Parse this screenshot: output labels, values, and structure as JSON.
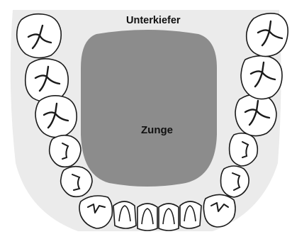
{
  "labels": {
    "jaw": "Unterkiefer",
    "tongue": "Zunge"
  },
  "colors": {
    "jaw_fill": "#ebebeb",
    "tongue_fill": "#8c8c8c",
    "tooth_fill": "#ffffff",
    "outline": "#1a1a1a"
  },
  "teeth": {
    "molars": [
      "left-molar-1",
      "left-molar-2",
      "left-molar-3",
      "right-molar-1",
      "right-molar-2",
      "right-molar-3"
    ],
    "premolars": [
      "left-premolar-1",
      "left-premolar-2",
      "right-premolar-1",
      "right-premolar-2"
    ],
    "canines": [
      "left-canine",
      "right-canine"
    ],
    "incisors": [
      "left-lateral-incisor",
      "left-central-incisor",
      "right-central-incisor",
      "right-lateral-incisor"
    ]
  }
}
